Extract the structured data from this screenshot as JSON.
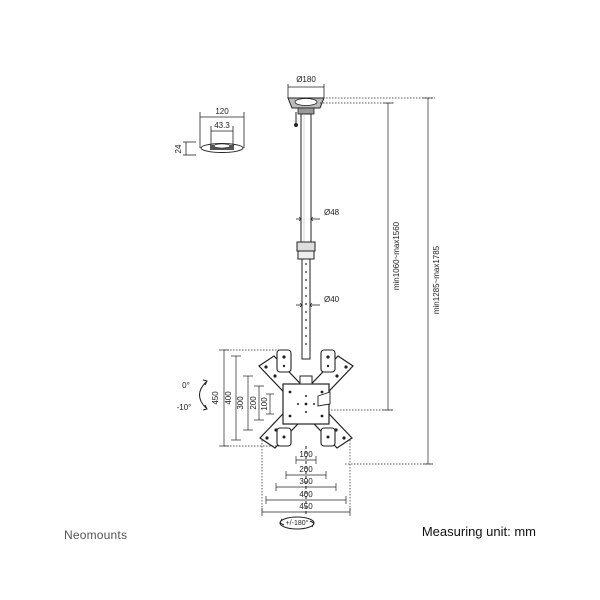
{
  "brand": "Neomounts",
  "measuring_unit": "Measuring unit: mm",
  "dimensions": {
    "base_diameter": "Ø180",
    "small_width": "120",
    "small_inner": "43.3",
    "small_height": "24",
    "upper_pole": "Ø48",
    "lower_pole": "Ø40",
    "inner_range": "min1060~max1560",
    "outer_range": "min1285~max1785",
    "tilt_top": "0°",
    "tilt_bottom": "-10°",
    "swivel": "+/-180°",
    "vertical": [
      "450",
      "400",
      "300",
      "200",
      "100"
    ],
    "horizontal": [
      "100",
      "200",
      "300",
      "400",
      "450"
    ]
  }
}
